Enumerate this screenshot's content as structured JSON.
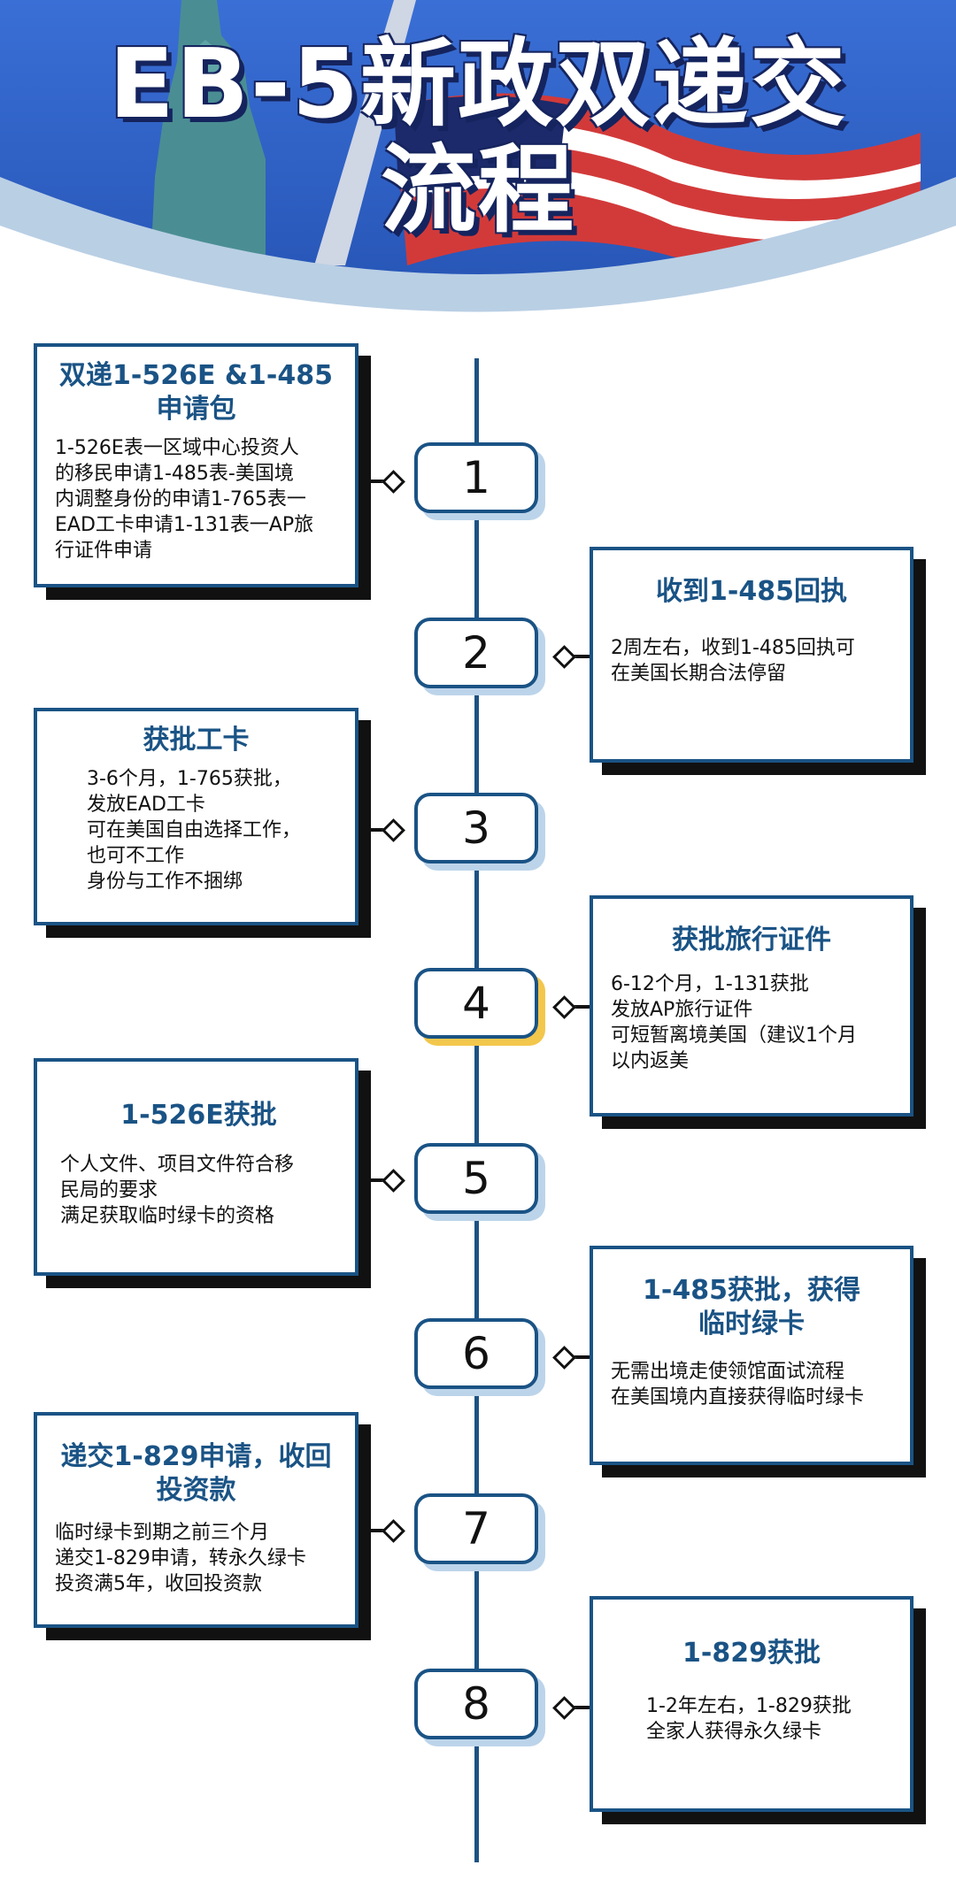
{
  "header": {
    "title_line1": "EB-5新政双递交",
    "title_line2": "流程",
    "colors": {
      "sky": "#2e5fc4",
      "wave": "#b9cfe4",
      "title_shadow": "#15245e"
    }
  },
  "colors": {
    "accent": "#1a5385",
    "step_shadow": "#bcd4ea",
    "step4_shadow": "#f3c74c"
  },
  "steps": [
    {
      "number": "1",
      "title": "双递1-526E &1-485\n申请包",
      "text": "1-526E表一区域中心投资人\n的移民申请1-485表-美国境\n内调整身份的申请1-765表一\nEAD工卡申请1-131表一AP旅\n行证件申请",
      "side": "left"
    },
    {
      "number": "2",
      "title": "收到1-485回执",
      "text": "2周左右，收到1-485回执可\n在美国长期合法停留",
      "side": "right"
    },
    {
      "number": "3",
      "title": "获批工卡",
      "text": "3-6个月，1-765获批，\n发放EAD工卡\n可在美国自由选择工作，\n也可不工作\n身份与工作不捆绑",
      "side": "left"
    },
    {
      "number": "4",
      "title": "获批旅行证件",
      "text": "6-12个月，1-131获批\n发放AP旅行证件\n可短暂离境美国（建议1个月\n以内返美",
      "side": "right"
    },
    {
      "number": "5",
      "title": "1-526E获批",
      "text": "个人文件、项目文件符合移\n民局的要求\n满足获取临时绿卡的资格",
      "side": "left"
    },
    {
      "number": "6",
      "title": "1-485获批，获得\n临时绿卡",
      "text": "无需出境走使领馆面试流程\n在美国境内直接获得临时绿卡",
      "side": "right"
    },
    {
      "number": "7",
      "title": "递交1-829申请，收回\n投资款",
      "text": "临时绿卡到期之前三个月\n递交1-829申请，转永久绿卡\n投资满5年，收回投资款",
      "side": "left"
    },
    {
      "number": "8",
      "title": "1-829获批",
      "text": "1-2年左右，1-829获批\n全家人获得永久绿卡",
      "side": "right"
    }
  ]
}
